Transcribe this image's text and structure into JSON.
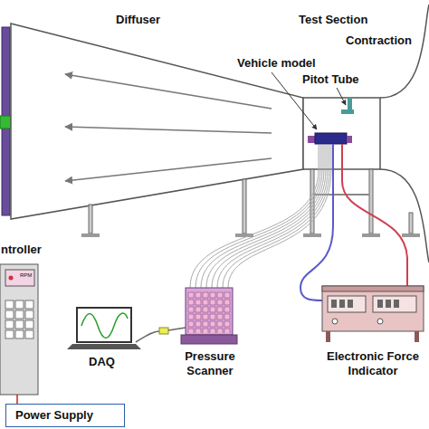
{
  "diagram": {
    "nodes": [
      {
        "text": [
          "ntroller"
        ]
      },
      {
        "text": [
          "Power Supply"
        ]
      }
    ],
    "edges": [
      {
        "from": 1,
        "to": 0,
        "arrow": "none"
      }
    ],
    "labels": [
      "Diffuser",
      "Test Section",
      "Contraction",
      "Vehicle model",
      "Pitot Tube",
      "RPM",
      "DAQ",
      "Pressure Scanner",
      "Electronic Force Indicator"
    ]
  }
}
